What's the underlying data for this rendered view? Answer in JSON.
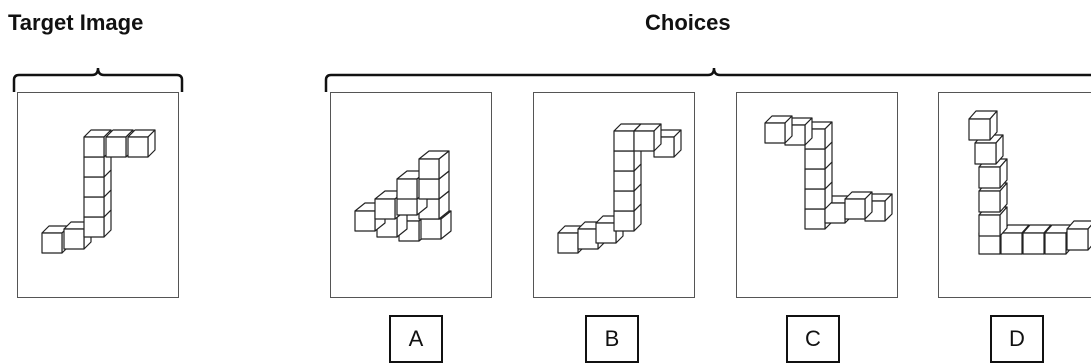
{
  "headings": {
    "target": "Target Image",
    "choices": "Choices"
  },
  "choices": [
    {
      "label": "A"
    },
    {
      "label": "B"
    },
    {
      "label": "C"
    },
    {
      "label": "D"
    }
  ],
  "colors": {
    "line": "#222222",
    "panel_border": "#555555",
    "cube_face": "#ffffff"
  }
}
